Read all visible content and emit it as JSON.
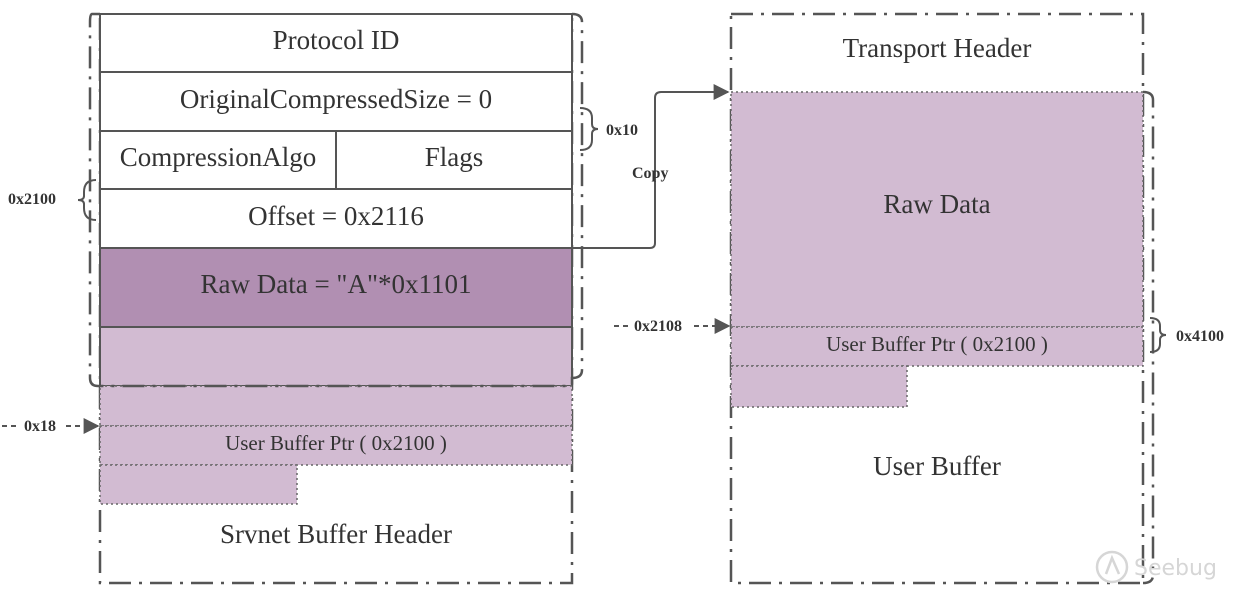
{
  "left_struct": {
    "protocol_id": "Protocol ID",
    "original_compressed_size": "OriginalCompressedSize = 0",
    "compression_algo": "CompressionAlgo",
    "flags": "Flags",
    "offset": "Offset = 0x2116",
    "raw_data": "Raw  Data = \"A\"*0x1101",
    "user_buffer_ptr": "User Buffer Ptr ( 0x2100 )",
    "srvnet_buffer_header": "Srvnet Buffer Header"
  },
  "right_struct": {
    "transport_header": "Transport Header",
    "raw_data": "Raw  Data",
    "user_buffer_ptr": "User Buffer Ptr ( 0x2100 )",
    "user_buffer": "User Buffer"
  },
  "annotations": {
    "size_0x2100": "0x2100",
    "size_0x10": "0x10",
    "copy": "Copy",
    "offset_0x18": "0x18",
    "offset_0x2108": "0x2108",
    "size_0x4100": "0x4100"
  },
  "watermark": "Seebug",
  "colors": {
    "raw_data_dark": "#b18fb2",
    "pale_purple": "#d2bbd2",
    "outline": "#555555"
  }
}
